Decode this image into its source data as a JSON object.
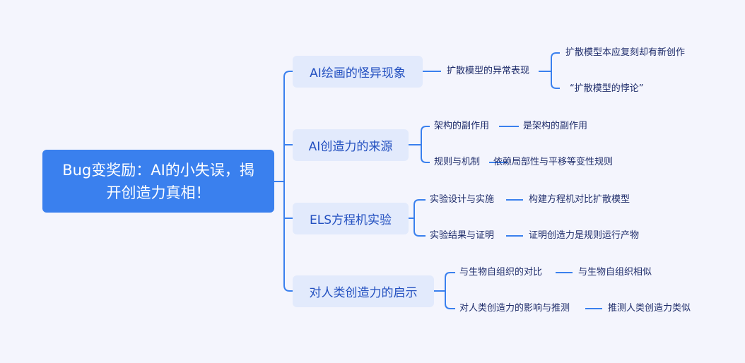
{
  "root": "Bug变奖励：AI的小失误，揭开创造力真相！",
  "branches": [
    {
      "label": "AI绘画的怪异现象",
      "children": [
        {
          "label": "扩散模型的异常表现",
          "leaves": [
            "扩散模型本应复刻却有新创作",
            "“扩散模型的悖论”"
          ]
        }
      ]
    },
    {
      "label": "AI创造力的来源",
      "children": [
        {
          "label": "架构的副作用",
          "leaves": [
            "是架构的副作用"
          ]
        },
        {
          "label": "规则与机制",
          "leaves": [
            "依赖局部性与平移等变性规则"
          ]
        }
      ]
    },
    {
      "label": "ELS方程机实验",
      "children": [
        {
          "label": "实验设计与实施",
          "leaves": [
            "构建方程机对比扩散模型"
          ]
        },
        {
          "label": "实验结果与证明",
          "leaves": [
            "证明创造力是规则运行产物"
          ]
        }
      ]
    },
    {
      "label": "对人类创造力的启示",
      "children": [
        {
          "label": "与生物自组织的对比",
          "leaves": [
            "与生物自组织相似"
          ]
        },
        {
          "label": "对人类创造力的影响与推测",
          "leaves": [
            "推测人类创造力类似"
          ]
        }
      ]
    }
  ],
  "colors": {
    "line": "#3a80ee",
    "root": "#3a80ee",
    "node": "#e2eafc"
  }
}
